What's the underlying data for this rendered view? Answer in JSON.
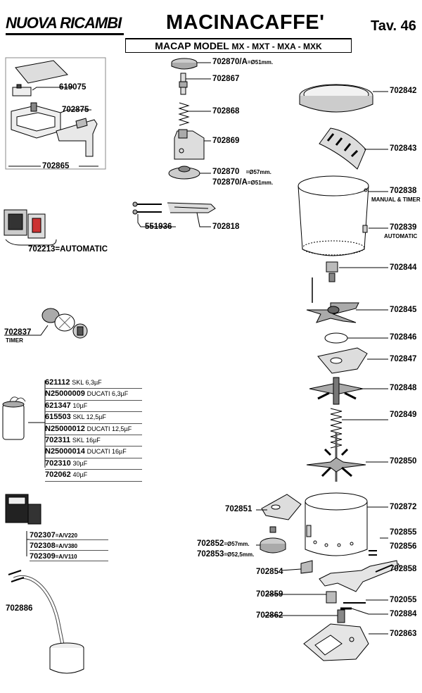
{
  "header": {
    "brand": "NUOVA RICAMBI",
    "title": "MACINACAFFE'",
    "table": "Tav. 46",
    "subtitle_prefix": "MACAP MODEL",
    "subtitle_models": "MX - MXT - MXA - MXK"
  },
  "parts": {
    "p702870a_top": "702870/A",
    "p702870a_top_size": "=Ø51mm.",
    "p702867": "702867",
    "p702868": "702868",
    "p702869": "702869",
    "p702870": "702870",
    "p702870_size": "=Ø57mm.",
    "p702870a": "702870/A",
    "p702870a_size": "=Ø51mm.",
    "p551936": "551936",
    "p702818": "702818",
    "p619075": "619075",
    "p702875": "702875",
    "p702865": "702865",
    "p702213": "702213=AUTOMATIC",
    "p702837": "702837",
    "p702837_note": "TIMER",
    "p702886": "702886",
    "p702842": "702842",
    "p702843": "702843",
    "p702838": "702838",
    "p702838_note": "MANUAL & TIMER",
    "p702839": "702839",
    "p702839_note": "AUTOMATIC",
    "p702844": "702844",
    "p702845": "702845",
    "p702846": "702846",
    "p702847": "702847",
    "p702848": "702848",
    "p702849": "702849",
    "p702850": "702850",
    "p702851": "702851",
    "p702872": "702872",
    "p702852": "702852",
    "p702852_size": "=Ø57mm.",
    "p702853": "702853",
    "p702853_size": "=Ø52,5mm.",
    "p702855": "702855",
    "p702856": "702856",
    "p702854": "702854",
    "p702858": "702858",
    "p702859": "702859",
    "p702055": "702055",
    "p702862": "702862",
    "p702884": "702884",
    "p702863": "702863"
  },
  "capacitors": [
    {
      "code": "621112",
      "desc": "SKL 6,3µF"
    },
    {
      "code": "N25000009",
      "desc": "DUCATI 6,3µF"
    },
    {
      "code": "621347",
      "desc": "10µF"
    },
    {
      "code": "615503",
      "desc": "SKL 12,5µF"
    },
    {
      "code": "N25000012",
      "desc": "DUCATI 12,5µF"
    },
    {
      "code": "702311",
      "desc": "SKL 16µF"
    },
    {
      "code": "N25000014",
      "desc": "DUCATI 16µF"
    },
    {
      "code": "702310",
      "desc": "30µF"
    },
    {
      "code": "702062",
      "desc": "40µF"
    }
  ],
  "contactors": [
    {
      "code": "702307",
      "desc": "=A/V220"
    },
    {
      "code": "702308",
      "desc": "=A/V380"
    },
    {
      "code": "702309",
      "desc": "=A/V110"
    }
  ]
}
